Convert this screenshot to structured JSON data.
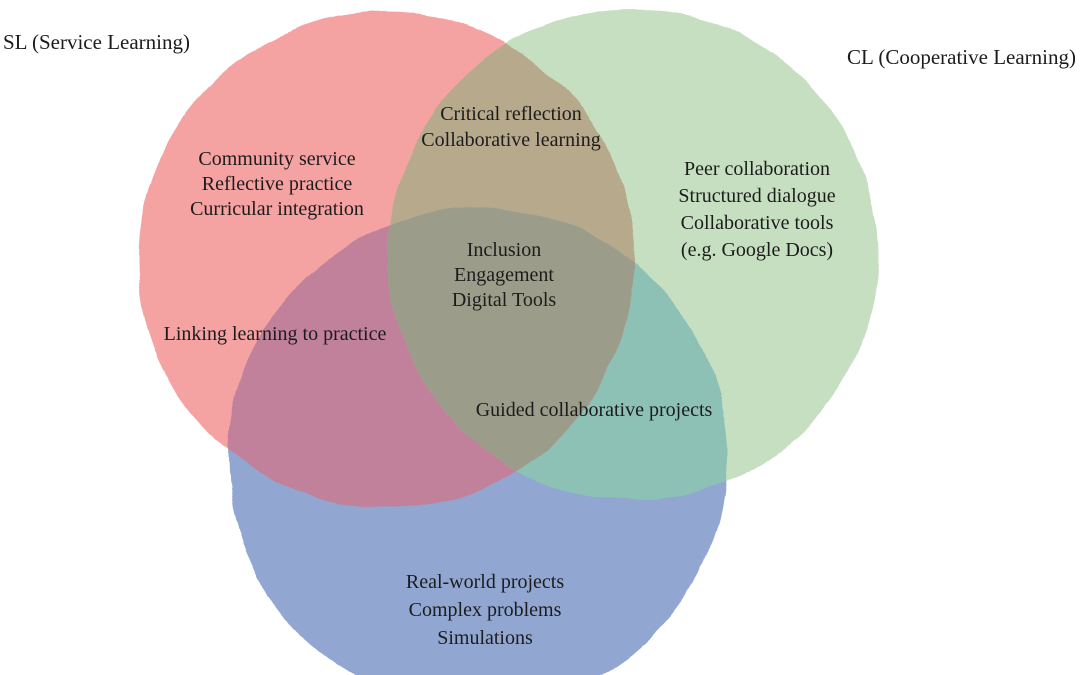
{
  "labels": {
    "sl": "SL (Service Learning)",
    "cl": "CL (Cooperative Learning)"
  },
  "colors": {
    "sl_circle": "#f5a2a3",
    "cl_circle": "#c6dfc1",
    "bottom_circle": "#91a7d2",
    "sl_cl_overlap": "#b7aa8c",
    "sl_bottom_overlap": "#c2819a",
    "cl_bottom_overlap": "#8ec1b5",
    "center_overlap": "#9c9c8a",
    "text": "#1c1c1c",
    "background": "#ffffff"
  },
  "regions": {
    "sl_cl": {
      "lines": [
        "Critical reflection",
        "Collaborative learning"
      ]
    },
    "sl": {
      "lines": [
        "Community service",
        "Reflective practice",
        "Curricular integration"
      ]
    },
    "cl": {
      "lines": [
        "Peer collaboration",
        "Structured dialogue",
        "Collaborative tools",
        "(e.g. Google Docs)"
      ]
    },
    "center": {
      "lines": [
        "Inclusion",
        "Engagement",
        "Digital Tools"
      ]
    },
    "sl_bottom": {
      "lines": [
        "Linking learning to practice"
      ]
    },
    "cl_bottom": {
      "lines": [
        "Guided collaborative projects"
      ]
    },
    "bottom": {
      "lines": [
        "Real-world projects",
        "Complex problems",
        "Simulations"
      ]
    }
  }
}
